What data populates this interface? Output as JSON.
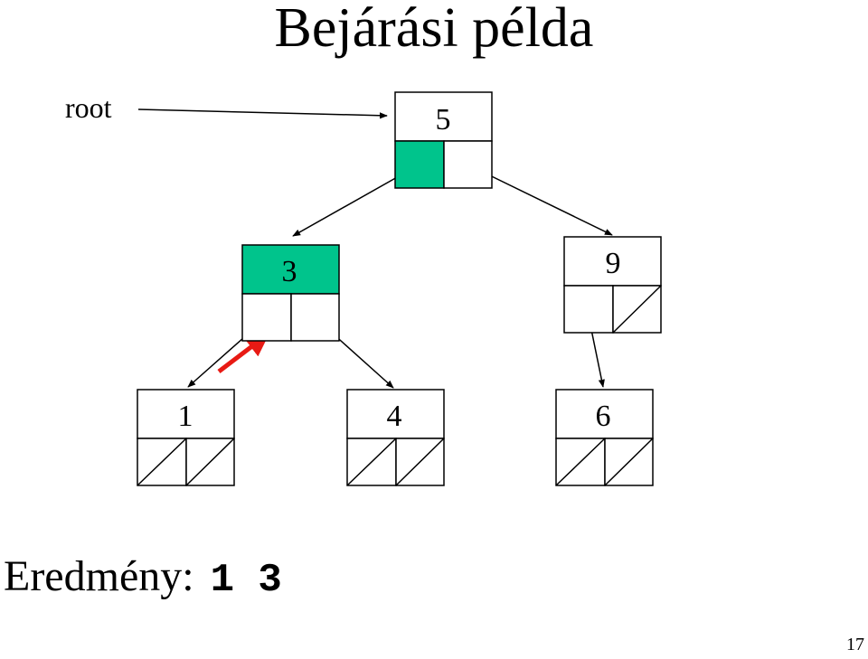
{
  "title": "Bejárási példa",
  "root_label": "root",
  "colors": {
    "highlight": "#00c48c",
    "arrow": "#000000",
    "traversal_arrow": "#e81a14"
  },
  "nodes": {
    "n5": {
      "value": "5",
      "highlight_value": false,
      "highlight_left": true,
      "left_null": false,
      "right_null": false
    },
    "n3": {
      "value": "3",
      "highlight_value": true,
      "highlight_left": false,
      "left_null": false,
      "right_null": false
    },
    "n9": {
      "value": "9",
      "highlight_value": false,
      "highlight_left": false,
      "left_null": false,
      "right_null": true
    },
    "n1": {
      "value": "1",
      "highlight_value": false,
      "highlight_left": false,
      "left_null": true,
      "right_null": true
    },
    "n4": {
      "value": "4",
      "highlight_value": false,
      "highlight_left": false,
      "left_null": true,
      "right_null": true
    },
    "n6": {
      "value": "6",
      "highlight_value": false,
      "highlight_left": false,
      "left_null": true,
      "right_null": true
    }
  },
  "result": {
    "label": "Eredmény:",
    "values": "1 3"
  },
  "page_number": "17"
}
